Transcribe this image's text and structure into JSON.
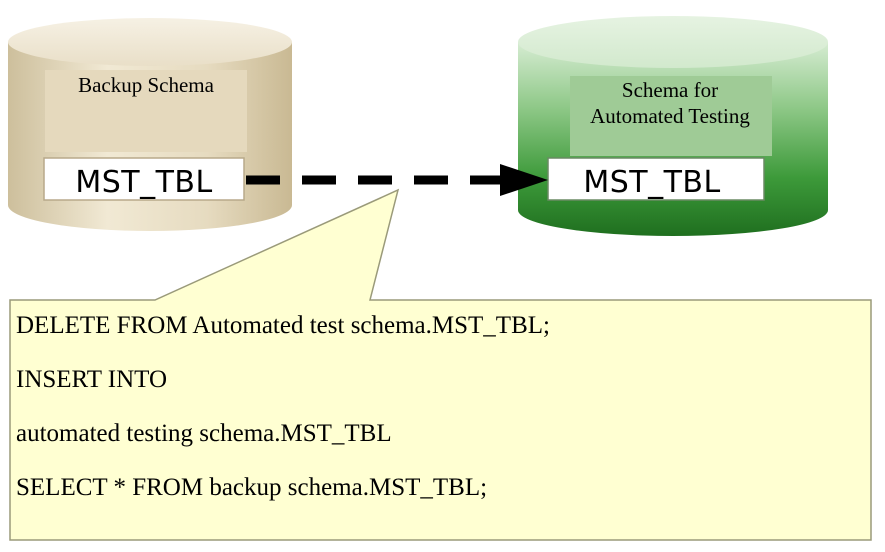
{
  "source_db": {
    "title": "Backup Schema",
    "table": "MST_TBL"
  },
  "target_db": {
    "title_line1": "Schema for",
    "title_line2": "Automated Testing",
    "table": "MST_TBL"
  },
  "callout": {
    "lines": [
      "DELETE FROM Automated test schema.MST_TBL;",
      "INSERT INTO",
      "automated testing schema.MST_TBL",
      "SELECT * FROM backup schema.MST_TBL;"
    ]
  },
  "colors": {
    "source_cylinder": "#e8dcc0",
    "target_cylinder": "#2f8a2f",
    "callout_fill": "#ffffd2",
    "arrow": "#000000"
  }
}
